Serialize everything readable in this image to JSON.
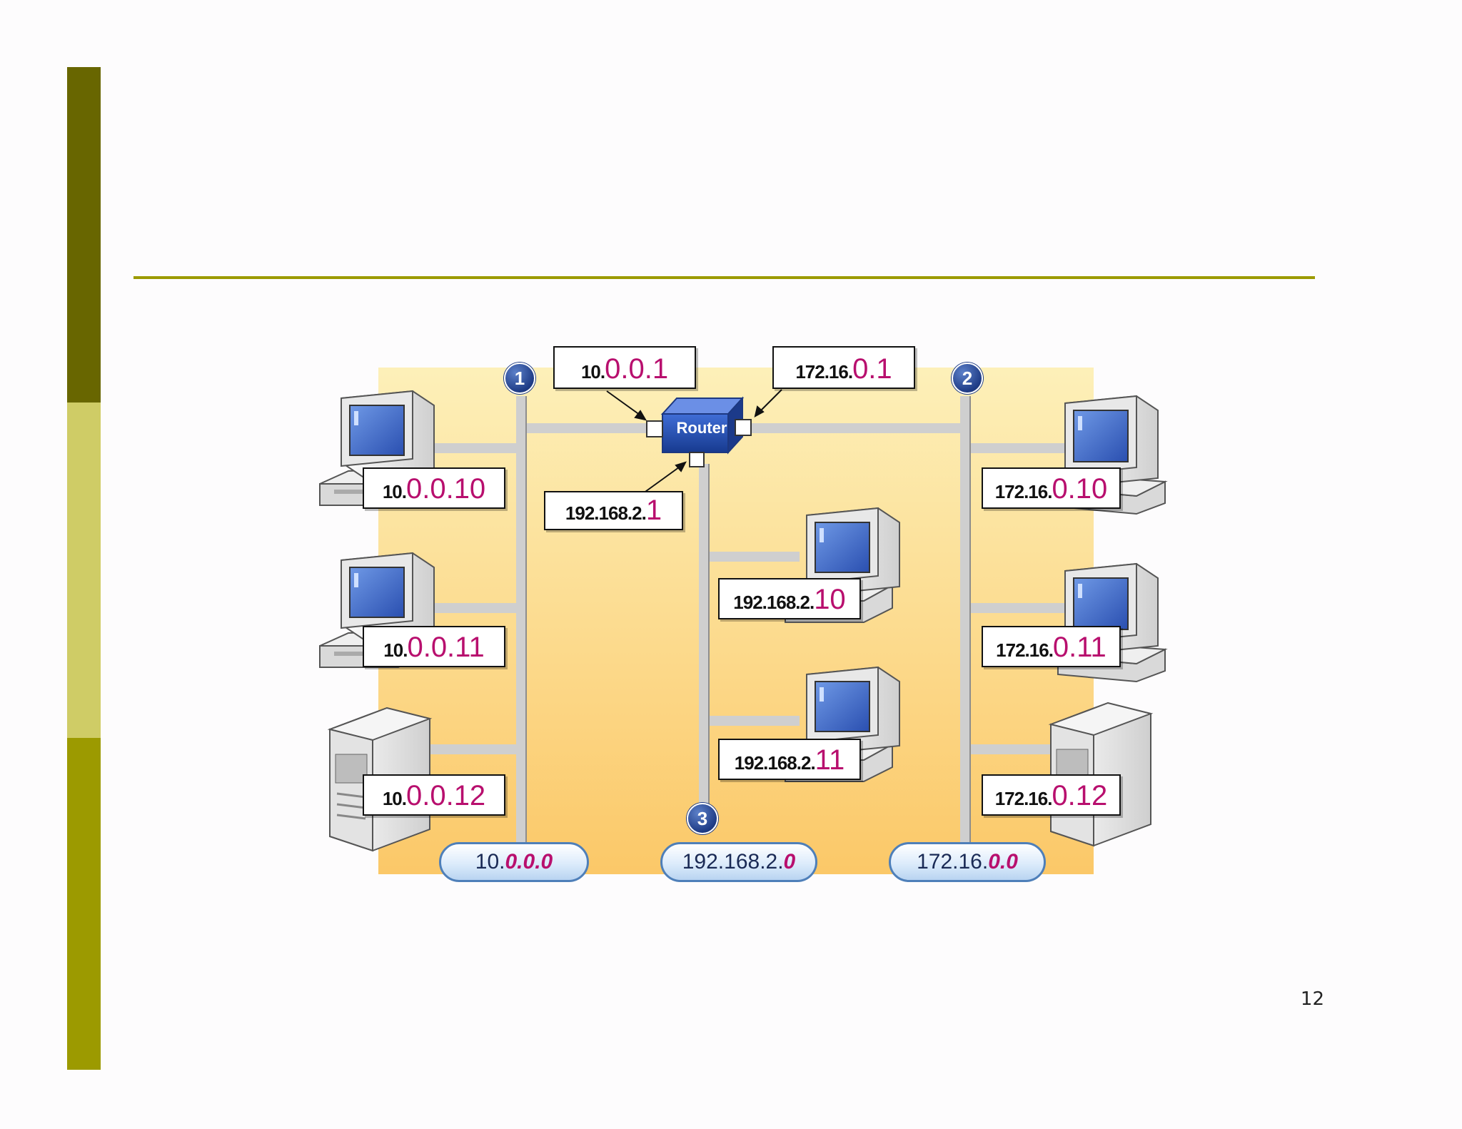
{
  "slide": {
    "page_number": "12",
    "colors": {
      "sidebar_top": "#686600",
      "sidebar_mid": "#cfcc66",
      "sidebar_bottom": "#9c9a00",
      "divider": "#9c9a00",
      "panel_top": "#fdf0b9",
      "panel_bottom": "#fbc868",
      "host_suffix": "#b80f6e",
      "bus": "#cfcfcf"
    }
  },
  "diagram": {
    "router": {
      "label": "Router",
      "icon": "router-icon"
    },
    "badges": {
      "b1": "1",
      "b2": "2",
      "b3": "3"
    },
    "router_ips": {
      "left": {
        "prefix": "10.",
        "suffix": "0.0.1"
      },
      "right": {
        "prefix": "172.16.",
        "suffix": "0.1"
      },
      "bottom": {
        "prefix": "192.168.2.",
        "suffix": "1"
      }
    },
    "networks": {
      "n1": {
        "prefix": "10.",
        "suffix": "0.0.0"
      },
      "n2": {
        "prefix": "192.168.2.",
        "suffix": "0"
      },
      "n3": {
        "prefix": "172.16.",
        "suffix": "0.0"
      }
    },
    "hosts": {
      "l1": {
        "prefix": "10.",
        "suffix": "0.0.10",
        "icon": "desktop-computer-icon"
      },
      "l2": {
        "prefix": "10.",
        "suffix": "0.0.11",
        "icon": "desktop-computer-icon"
      },
      "l3": {
        "prefix": "10.",
        "suffix": "0.0.12",
        "icon": "server-icon"
      },
      "m1": {
        "prefix": "192.168.2.",
        "suffix": "10",
        "icon": "desktop-computer-icon"
      },
      "m2": {
        "prefix": "192.168.2.",
        "suffix": "11",
        "icon": "desktop-computer-icon"
      },
      "r1": {
        "prefix": "172.16.",
        "suffix": "0.10",
        "icon": "desktop-computer-icon"
      },
      "r2": {
        "prefix": "172.16.",
        "suffix": "0.11",
        "icon": "desktop-computer-icon"
      },
      "r3": {
        "prefix": "172.16.",
        "suffix": "0.12",
        "icon": "server-icon"
      }
    }
  }
}
